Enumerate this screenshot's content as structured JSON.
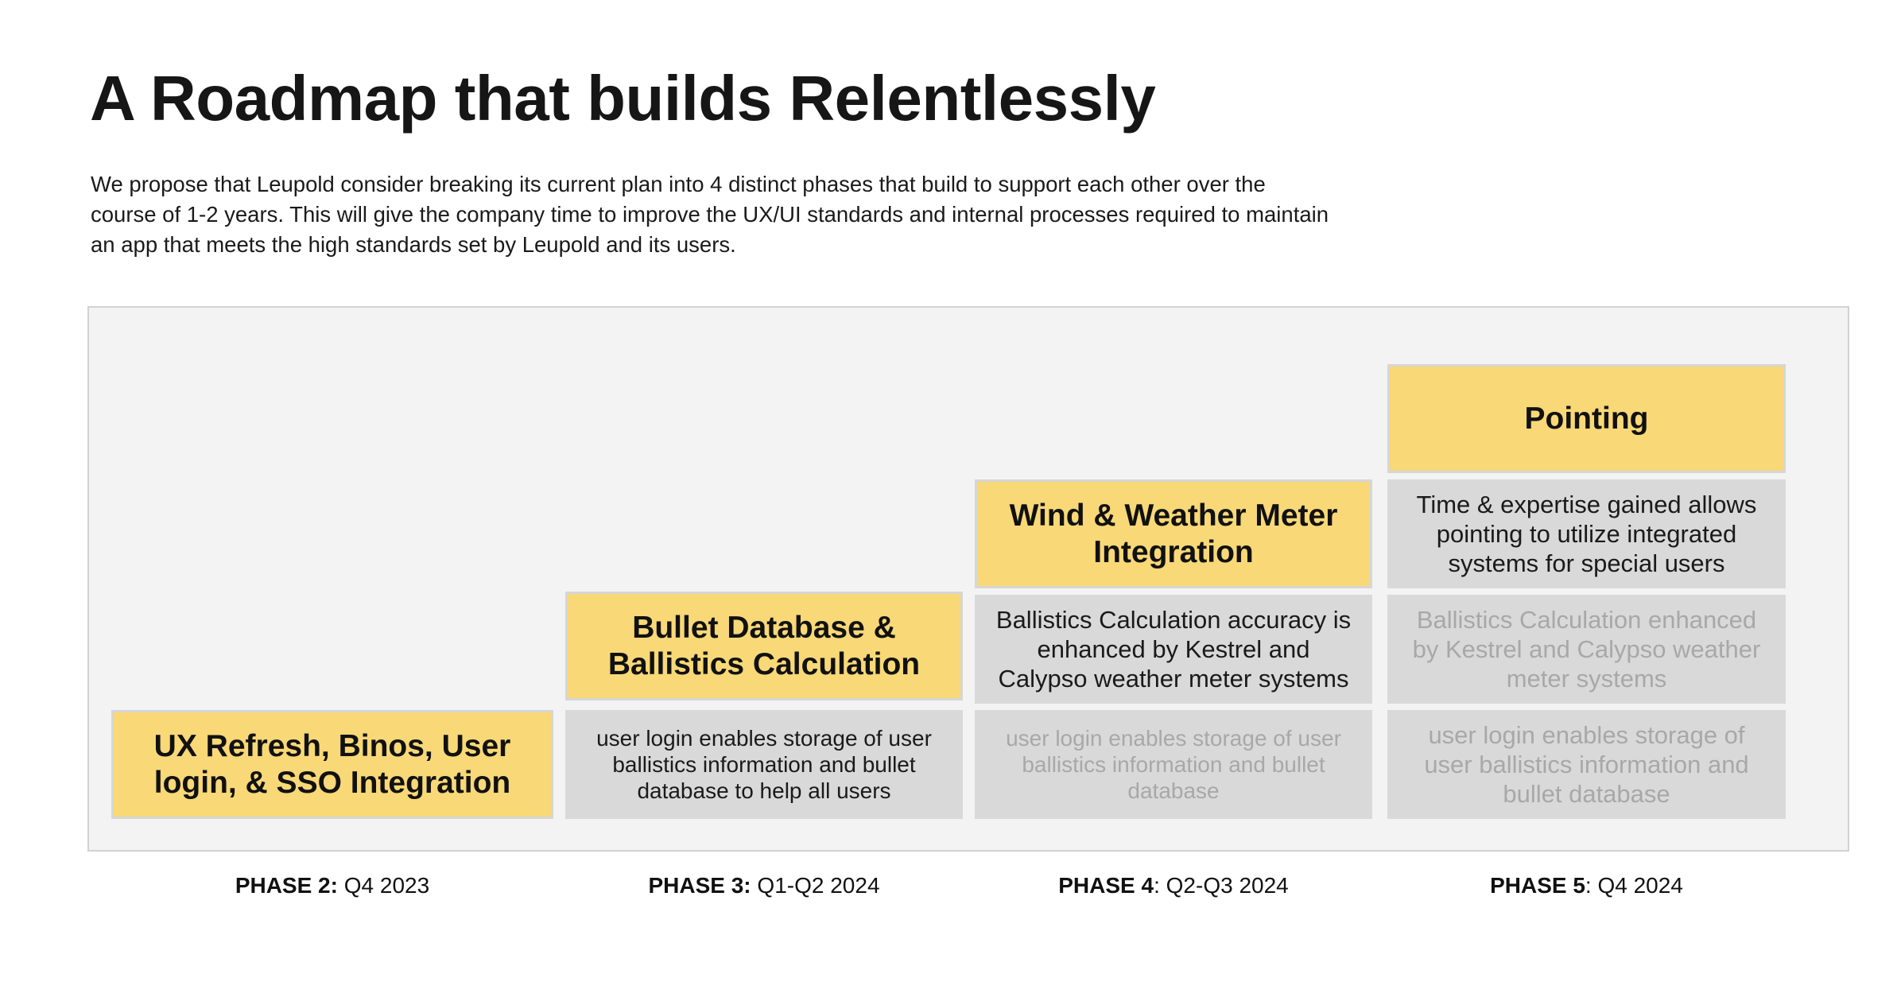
{
  "title": "A Roadmap that builds Relentlessly",
  "intro": "We propose that Leupold consider breaking its current plan into 4 distinct phases that build to support each other over the course of 1-2 years.  This will give the company time to improve the UX/UI standards and internal processes required to maintain an app that meets the high standards set by Leupold and its users.",
  "colors": {
    "headline_box": "#f8d877",
    "detail_box": "#d9d9d9",
    "stage_background": "#f3f3f3",
    "faded_text": "#a8a8a8"
  },
  "phases": [
    {
      "label": "PHASE 2:",
      "period": " Q4 2023",
      "headline": "UX Refresh, Binos, User login, & SSO Integration",
      "details": []
    },
    {
      "label": "PHASE 3:",
      "period": " Q1-Q2 2024",
      "headline": "Bullet Database & Ballistics Calculation",
      "details": [
        "user login enables storage of user ballistics information and bullet database to help all users"
      ]
    },
    {
      "label": "PHASE 4",
      "period": ": Q2-Q3 2024",
      "headline": "Wind & Weather Meter Integration",
      "details": [
        "Ballistics Calculation accuracy is enhanced by Kestrel and Calypso weather meter systems",
        "user login enables storage of user ballistics information and bullet database"
      ]
    },
    {
      "label": "PHASE 5",
      "period": ": Q4 2024",
      "headline": "Pointing",
      "details": [
        "Time & expertise gained allows pointing to utilize integrated systems for special users",
        "Ballistics Calculation enhanced by Kestrel and Calypso weather meter systems",
        "user login enables storage of user ballistics information and bullet database"
      ]
    }
  ]
}
